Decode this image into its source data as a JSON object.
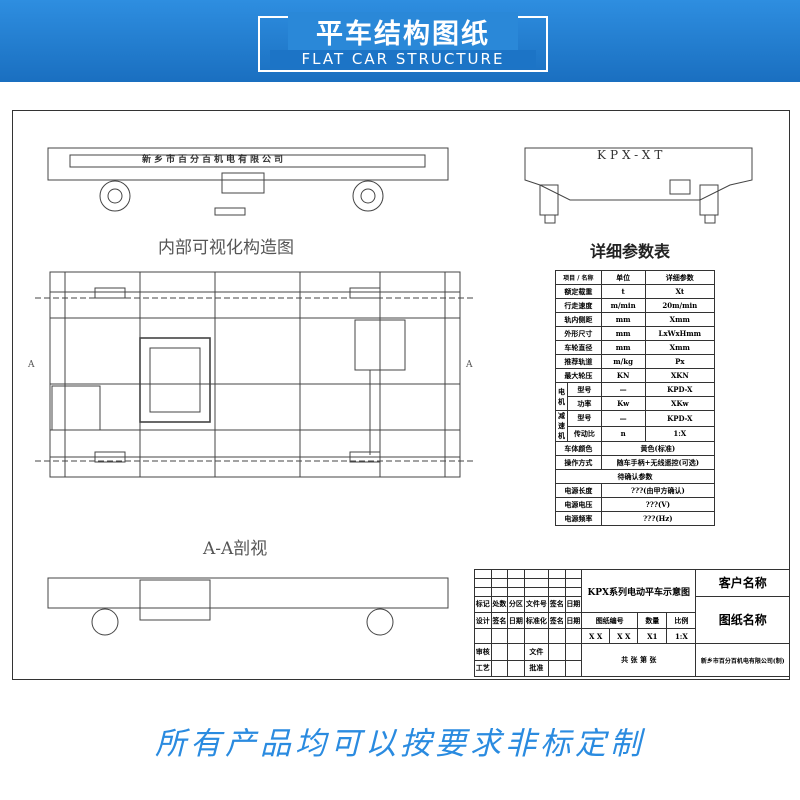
{
  "banner": {
    "title": "平车结构图纸",
    "subtitle": "FLAT CAR STRUCTURE"
  },
  "drawing": {
    "company_plate": "新乡市百分百机电有限公司",
    "side_model": "KPX-XT",
    "internal_view_label": "内部可视化构造图",
    "section_label": "A-A剖视",
    "section_marker": "A"
  },
  "params": {
    "title": "详细参数表",
    "header": {
      "item": "项目",
      "name": "名称",
      "unit": "单位",
      "detail": "详细参数"
    },
    "rows": [
      {
        "name": "额定载重",
        "unit": "t",
        "value": "Xt"
      },
      {
        "name": "行走速度",
        "unit": "m/min",
        "value": "20m/min"
      },
      {
        "name": "轨内侧距",
        "unit": "mm",
        "value": "Xmm"
      },
      {
        "name": "外形尺寸",
        "unit": "mm",
        "value": "LxWxHmm"
      },
      {
        "name": "车轮直径",
        "unit": "mm",
        "value": "Xmm"
      },
      {
        "name": "推荐轨道",
        "unit": "m/kg",
        "value": "Px"
      },
      {
        "name": "最大轮压",
        "unit": "KN",
        "value": "XKN"
      }
    ],
    "motor": {
      "group": "电机",
      "rows": [
        {
          "name": "型号",
          "unit": "—",
          "value": "KPD-X"
        },
        {
          "name": "功率",
          "unit": "Kw",
          "value": "XKw"
        }
      ]
    },
    "reducer": {
      "group": "减速机",
      "rows": [
        {
          "name": "型号",
          "unit": "—",
          "value": "KPD-X"
        },
        {
          "name": "传动比",
          "unit": "n",
          "value": "1:X"
        }
      ]
    },
    "color": {
      "name": "车体颜色",
      "value": "黄色(标准)"
    },
    "operation": {
      "name": "操作方式",
      "value": "随车手柄+无线遥控(可选)"
    },
    "pending": "待确认参数",
    "pending_rows": [
      {
        "name": "电源长度",
        "value": "???(由甲方确认)"
      },
      {
        "name": "电源电压",
        "value": "???(V)"
      },
      {
        "name": "电源频率",
        "value": "???(Hz)"
      }
    ]
  },
  "titleblock": {
    "row1": [
      "标记",
      "处数",
      "分区",
      "文件号",
      "签名",
      "日期"
    ],
    "row2": [
      "设计",
      "签名",
      "日期",
      "标准化",
      "签名",
      "日期"
    ],
    "review": "审核",
    "process": "工艺",
    "approve_a": "文件",
    "approve_b": "批准",
    "drawing_title": "KPX系列电动平车示意图",
    "customer": "客户名称",
    "drawing_name": "图纸名称",
    "no_label": "图纸编号",
    "qty_label": "数量",
    "scale_label": "比例",
    "no_vals": [
      "X",
      "X",
      "X",
      "X"
    ],
    "qty": "X1",
    "scale": "1:X",
    "sheets": "共 张    第 张",
    "company": "新乡市百分百机电有限公司(制)"
  },
  "footer": "所有产品均可以按要求非标定制"
}
